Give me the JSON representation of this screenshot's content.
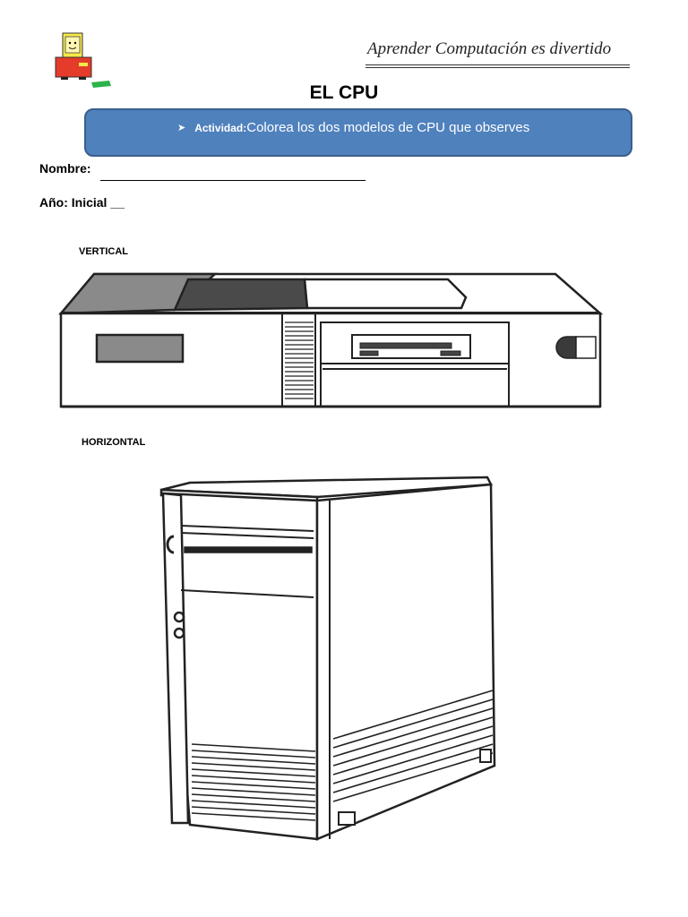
{
  "header": {
    "tagline": "Aprender Computación es divertido"
  },
  "title": "EL CPU",
  "activity": {
    "label": "Actividad:",
    "text": "Colorea los dos modelos de CPU que observes"
  },
  "form": {
    "name_label": "Nombre:",
    "year_label": "Año: Inicial __"
  },
  "figures": [
    {
      "label": "VERTICAL",
      "icon": "desktop-cpu-case-icon"
    },
    {
      "label": "HORIZONTAL",
      "icon": "tower-cpu-case-icon"
    }
  ],
  "colors": {
    "activity_box": "#4f81bd",
    "activity_border": "#3a5f8c",
    "activity_text": "#ffffff"
  }
}
